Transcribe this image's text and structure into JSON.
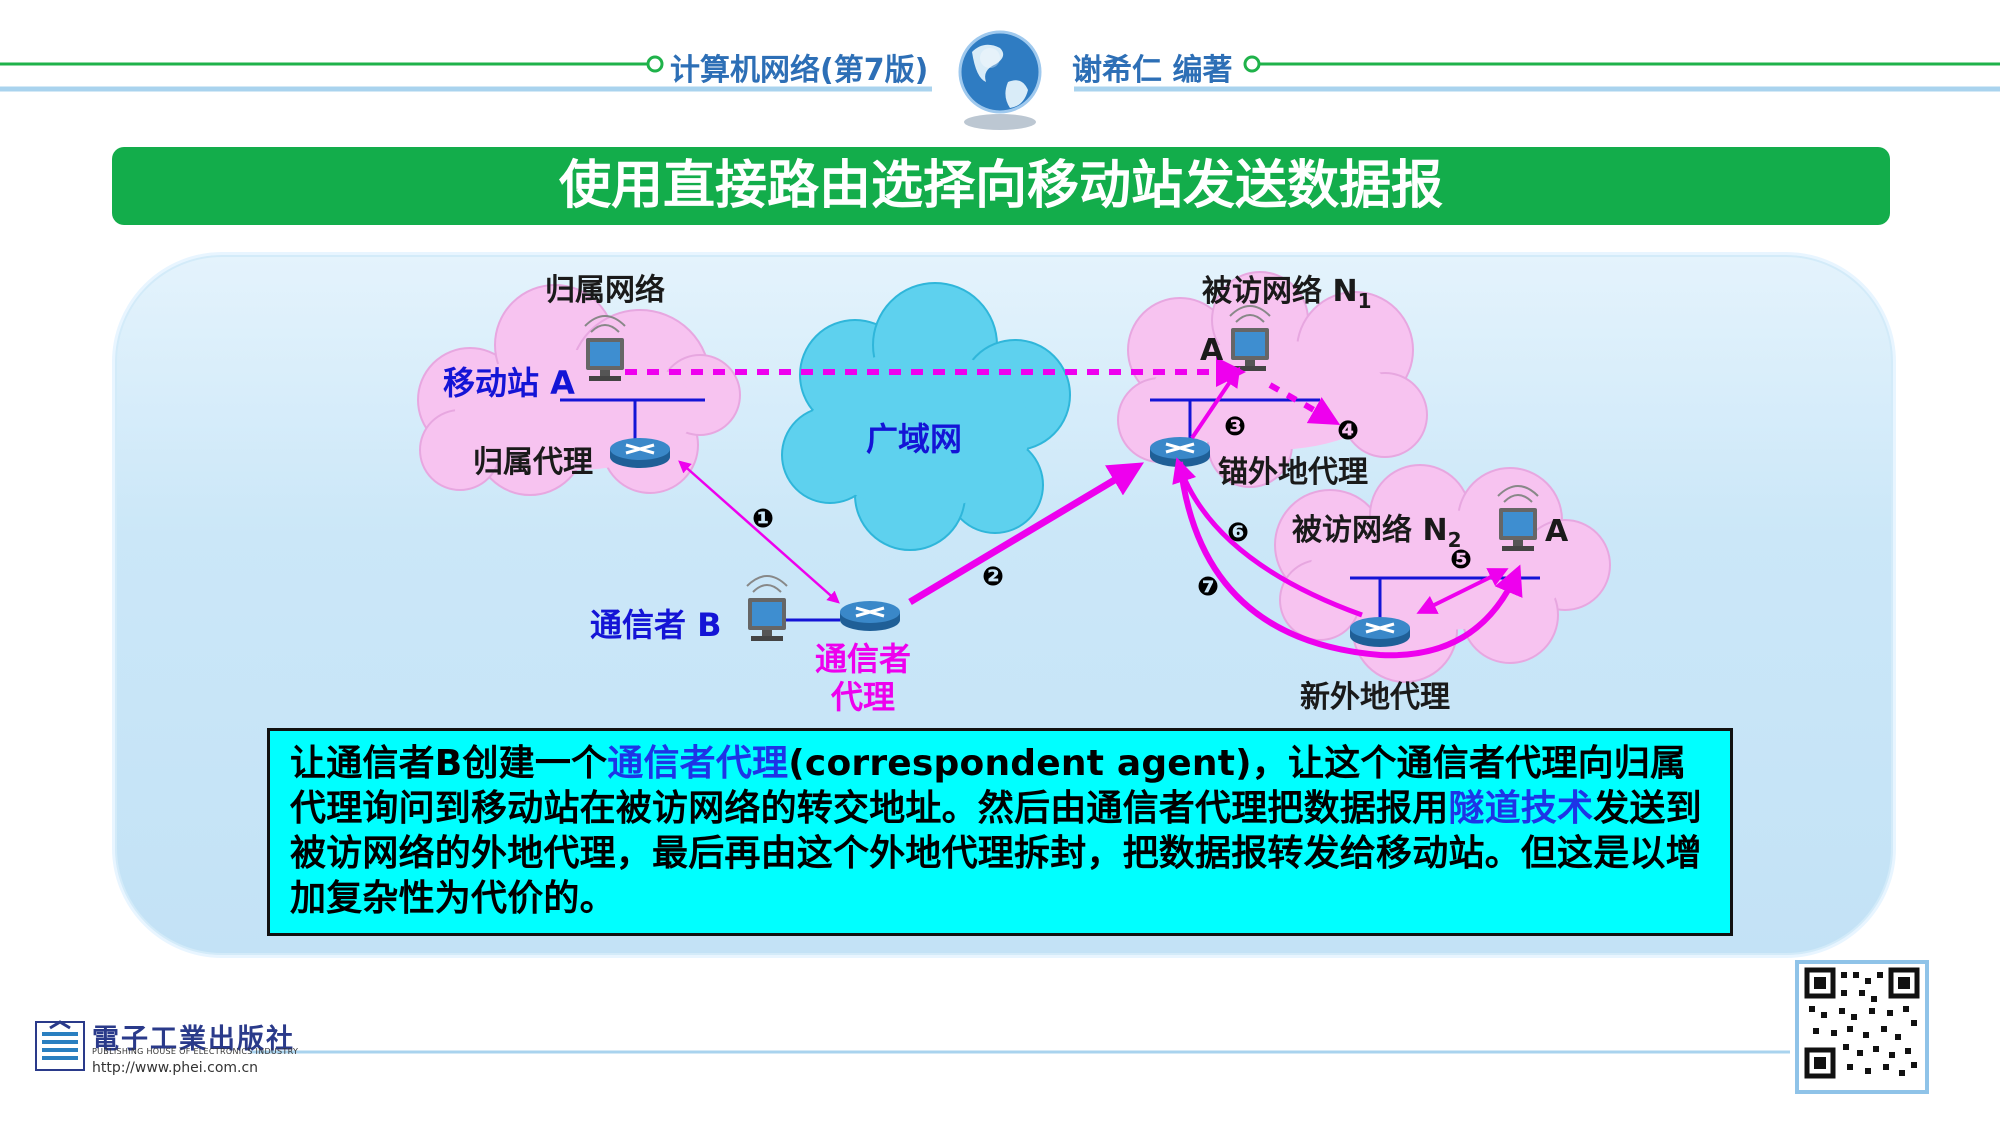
{
  "header": {
    "book_title": "计算机网络(第7版)",
    "author": "谢希仁 编著"
  },
  "slide": {
    "title": "使用直接路由选择向移动站发送数据报"
  },
  "diagram": {
    "home_network": "归属网络",
    "mobile_station": "移动站 A",
    "home_agent": "归属代理",
    "wan": "广域网",
    "visited_network_1": "被访网络 N",
    "visited_network_1_sub": "1",
    "station_a_1": "A",
    "anchor_foreign_agent": "锚外地代理",
    "visited_network_2": "被访网络 N",
    "visited_network_2_sub": "2",
    "station_a_2": "A",
    "new_foreign_agent": "新外地代理",
    "correspondent": "通信者 B",
    "correspondent_agent_line1": "通信者",
    "correspondent_agent_line2": "代理",
    "step1": "❶",
    "step2": "❷",
    "step3": "❸",
    "step4": "❹",
    "step5": "❺",
    "step6": "❻",
    "step7": "❼"
  },
  "note": {
    "p1": "让通信者B创建一个",
    "h1": "通信者代理",
    "p2": "(correspondent agent)，让这个通信者代理向归属代理询问到移动站在被访网络的转交地址。然后由通信者代理把数据报用",
    "h2": "隧道技术",
    "p3": "发送到被访网络的外地代理，最后再由这个外地代理拆封，把数据报转发给移动站。但这是以增加复杂性为代价的。"
  },
  "footer": {
    "publisher_cn": "電子工業出版社",
    "publisher_en": "PUBLISHING HOUSE OF ELECTRONICS INDUSTRY",
    "url": "http://www.phei.com.cn"
  },
  "colors": {
    "header_line": "#1fb24a",
    "header_text": "#2d6fb6",
    "title_bar": "#13ad4b",
    "arrow": "#ee00ee",
    "cloud_pink": "#f7c3f0",
    "cloud_cyan": "#5ed1ee",
    "note_bg": "#00ffff"
  }
}
